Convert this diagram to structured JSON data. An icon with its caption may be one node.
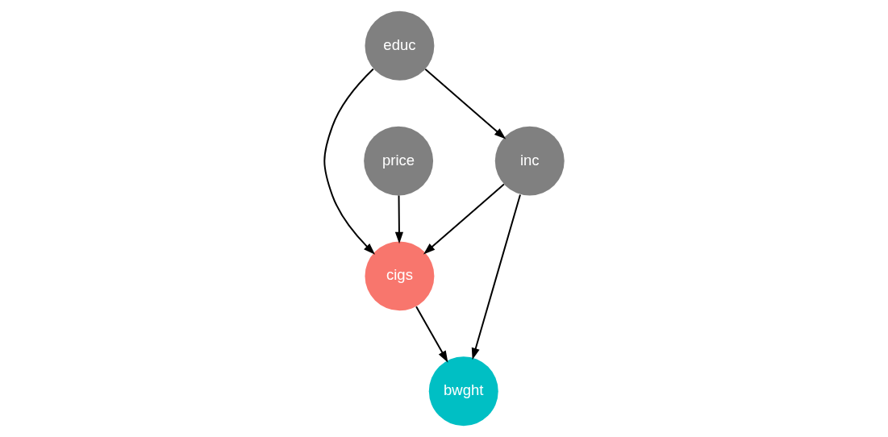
{
  "diagram": {
    "nodes": [
      {
        "text": [
          "educ"
        ]
      },
      {
        "text": [
          "price"
        ]
      },
      {
        "text": [
          "cigs"
        ]
      },
      {
        "text": [
          "inc"
        ]
      },
      {
        "text": [
          "bwght"
        ]
      }
    ],
    "edges": [
      {
        "from": 0,
        "to": 2,
        "arrow": "to"
      },
      {
        "from": 0,
        "to": 3,
        "arrow": "to"
      },
      {
        "from": 1,
        "to": 2,
        "arrow": "to"
      },
      {
        "from": 3,
        "to": 2,
        "arrow": "to"
      },
      {
        "from": 3,
        "to": 4,
        "arrow": "to"
      },
      {
        "from": 2,
        "to": 4,
        "arrow": "to"
      }
    ]
  }
}
